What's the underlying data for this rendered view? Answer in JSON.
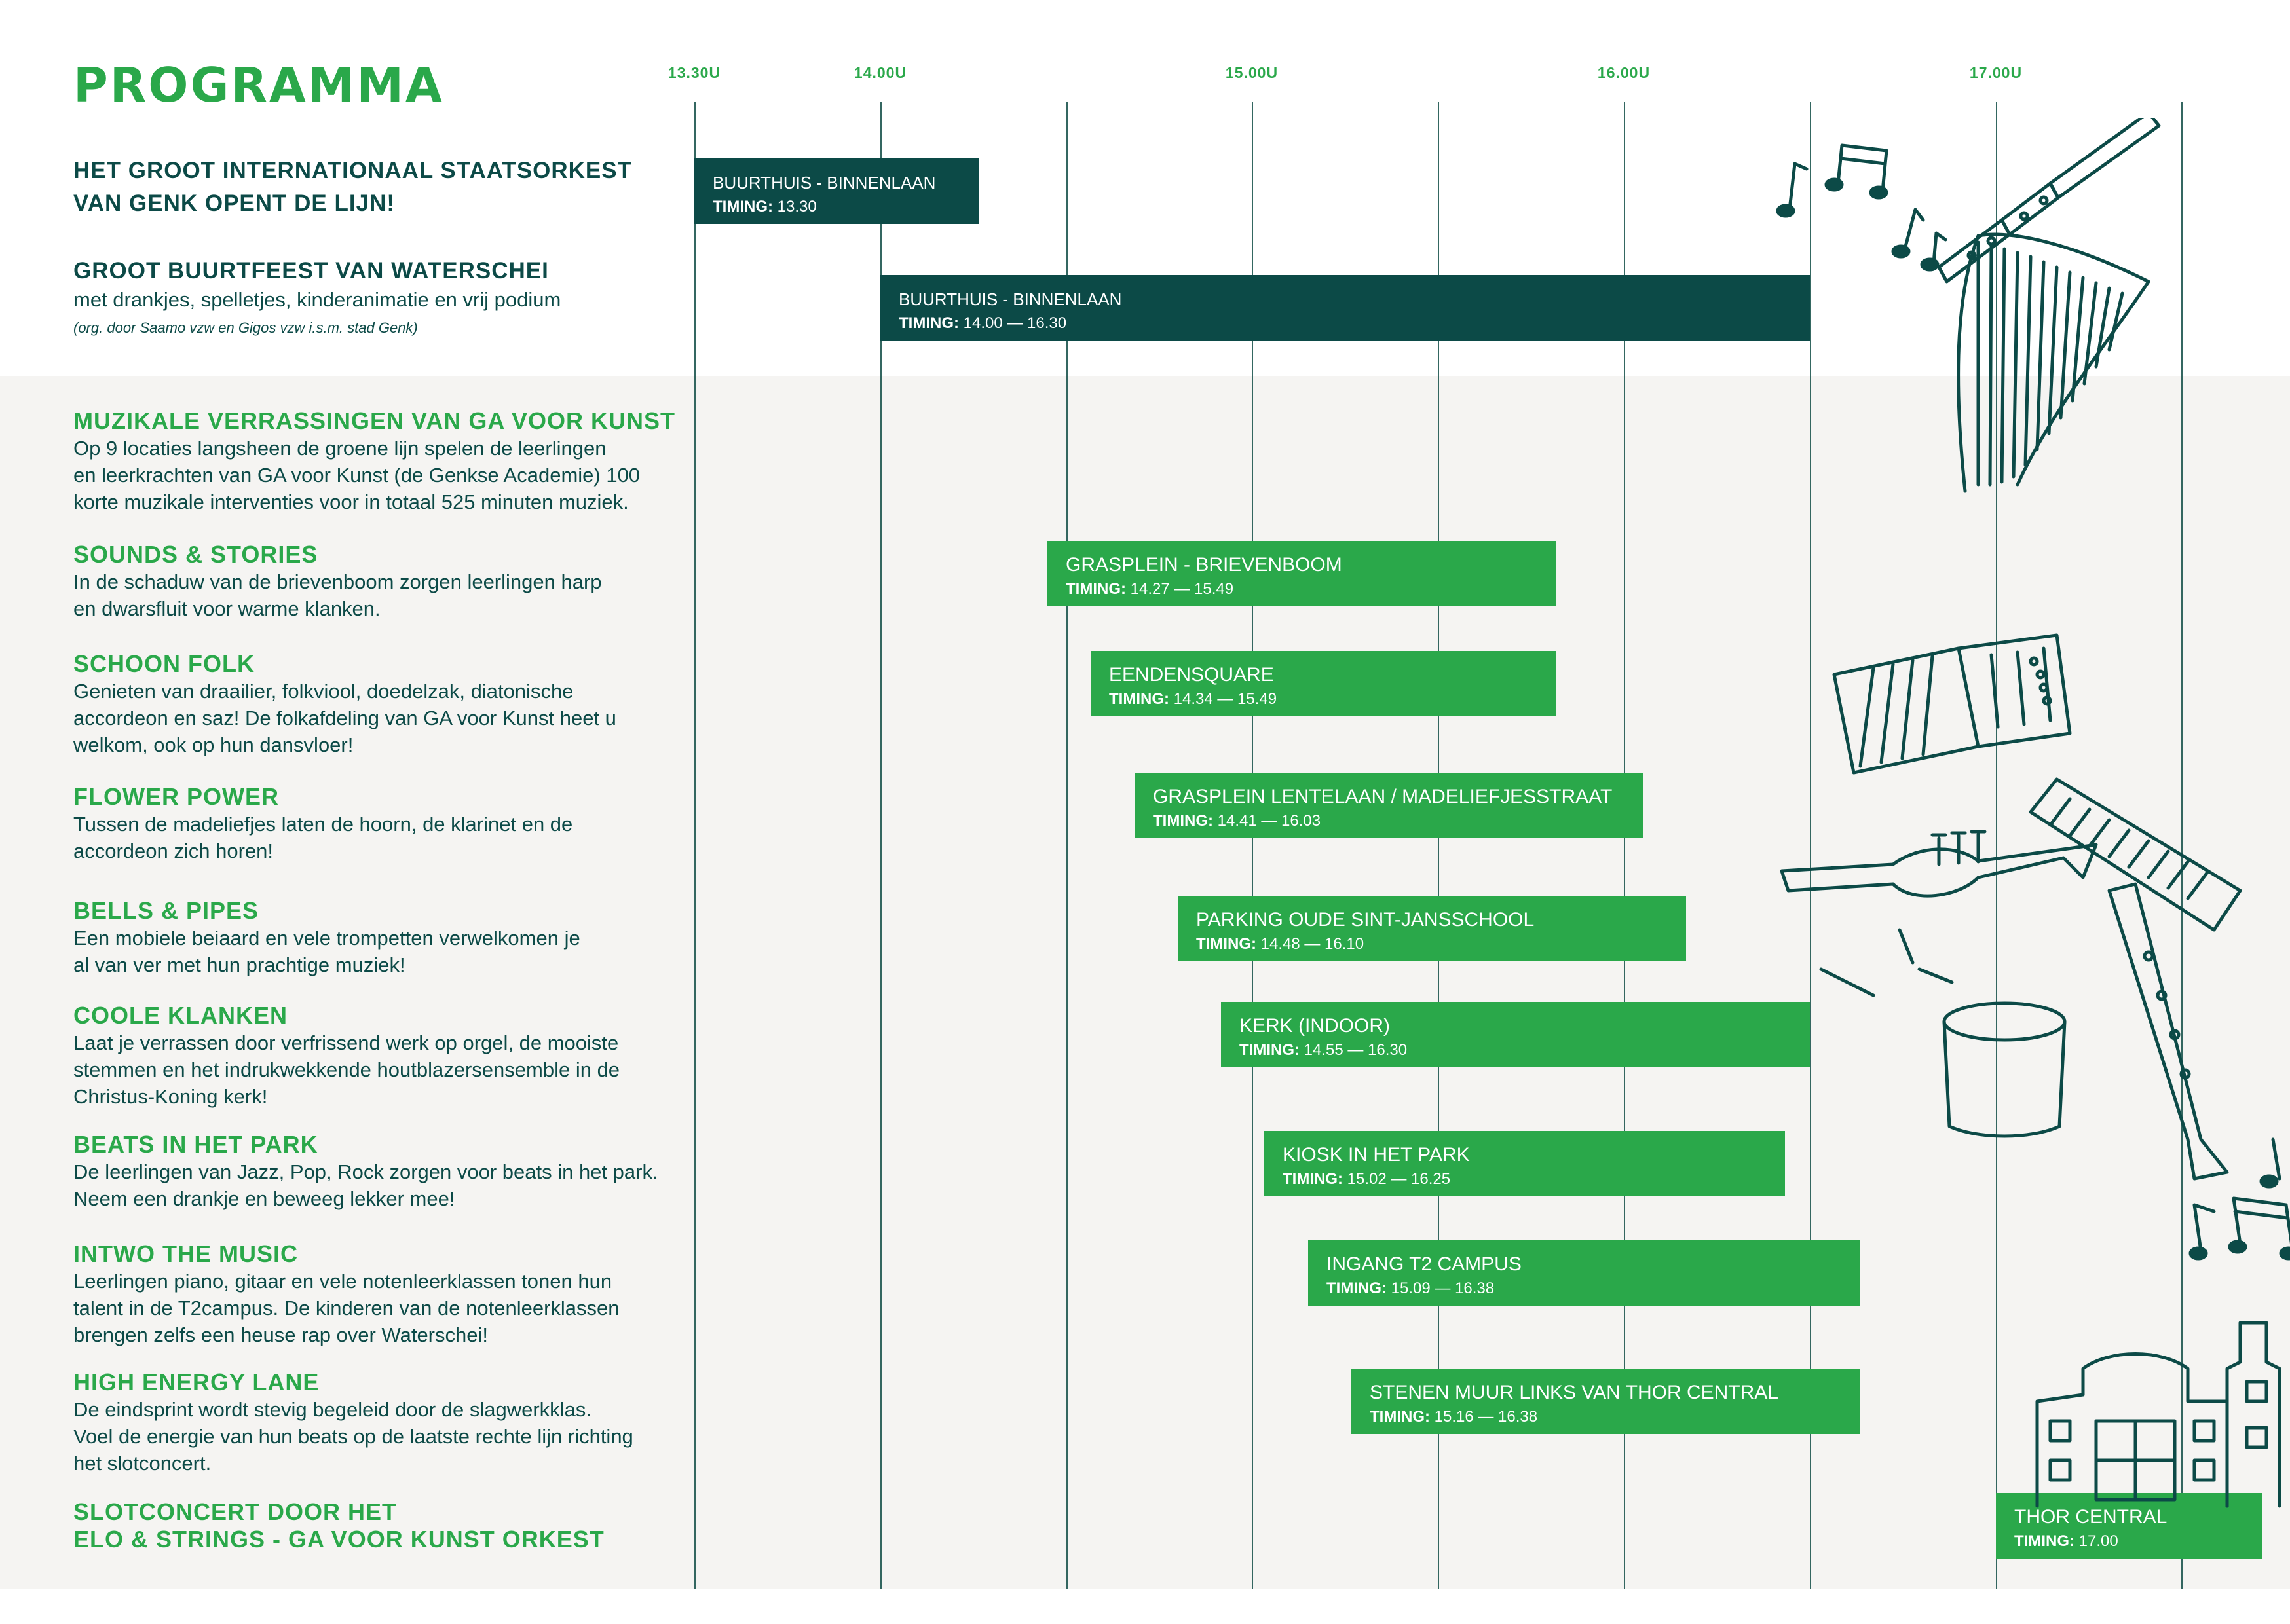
{
  "header": {
    "title": "PROGRAMMA"
  },
  "colors": {
    "green": "#2aa84a",
    "dark_teal": "#0c4a47",
    "light_bg": "#f5f4f2"
  },
  "intro": [
    {
      "title_lines": [
        "HET GROOT INTERNATIONAAL STAATSORKEST",
        "VAN GENK OPENT DE LIJN!"
      ]
    },
    {
      "title_lines": [
        "GROOT BUURTFEEST VAN WATERSCHEI"
      ],
      "description": "met drankjes, spelletjes, kinderanimatie en vrij podium",
      "note": "(org. door Saamo vzw en Gigos vzw i.s.m. stad Genk)"
    }
  ],
  "acts": [
    {
      "title": "MUZIKALE VERRASSINGEN VAN GA VOOR KUNST",
      "description": "Op 9 locaties langsheen de groene lijn spelen de leerlingen\nen leerkrachten van GA voor Kunst (de Genkse Academie) 100\nkorte muzikale interventies voor in totaal 525 minuten muziek."
    },
    {
      "title": "SOUNDS & STORIES",
      "description": "In de schaduw van de brievenboom zorgen leerlingen harp\nen dwarsfluit voor warme klanken."
    },
    {
      "title": "SCHOON FOLK",
      "description": "Genieten van draailier, folkviool, doedelzak, diatonische\naccordeon en saz! De folkafdeling van GA voor Kunst heet u\nwelkom, ook op hun dansvloer!"
    },
    {
      "title": "FLOWER POWER",
      "description": "Tussen de madeliefjes laten de hoorn, de klarinet en de\naccordeon zich horen!"
    },
    {
      "title": "BELLS & PIPES",
      "description": "Een mobiele beiaard en vele trompetten verwelkomen je\nal van ver met hun prachtige muziek!"
    },
    {
      "title": "COOLE KLANKEN",
      "description": "Laat je verrassen door verfrissend werk op orgel, de mooiste\nstemmen en het indrukwekkende houtblazersensemble in de\nChristus-Koning kerk!"
    },
    {
      "title": "BEATS IN HET PARK",
      "description": "De leerlingen van Jazz, Pop, Rock zorgen voor beats in het park.\nNeem een drankje en beweeg lekker mee!"
    },
    {
      "title": "INTWO THE MUSIC",
      "description": "Leerlingen piano, gitaar en vele notenleerklassen tonen hun\ntalent in de T2campus. De kinderen van de notenleerklassen\nbrengen zelfs een heuse rap over Waterschei!"
    },
    {
      "title": "HIGH ENERGY LANE",
      "description": "De eindsprint wordt stevig begeleid door de slagwerkklas.\nVoel de energie van hun beats op de laatste rechte lijn richting\nhet slotconcert."
    },
    {
      "title": "SLOTCONCERT DOOR HET\nELO & STRINGS - GA VOOR KUNST ORKEST",
      "description": ""
    }
  ],
  "timeline": {
    "tick_labels": [
      {
        "label": "13.30U",
        "minutes": 810
      },
      {
        "label": "14.00U",
        "minutes": 840
      },
      {
        "label": "15.00U",
        "minutes": 900
      },
      {
        "label": "16.00U",
        "minutes": 960
      },
      {
        "label": "17.00U",
        "minutes": 1020
      }
    ],
    "gridline_minutes": [
      810,
      840,
      870,
      900,
      930,
      960,
      990,
      1020,
      1050
    ],
    "timing_prefix": "TIMING:",
    "bars": [
      {
        "location": "BUURTHUIS - BINNENLAAN",
        "timing": "13.30",
        "start": 810,
        "end": 856,
        "color": "dark"
      },
      {
        "location": "BUURTHUIS - BINNENLAAN",
        "timing": "14.00 — 16.30",
        "start": 840,
        "end": 990,
        "color": "dark"
      },
      {
        "location": "GRASPLEIN - BRIEVENBOOM",
        "timing": "14.27 — 15.49",
        "start": 867,
        "end": 949,
        "color": "green"
      },
      {
        "location": "EENDENSQUARE",
        "timing": "14.34 — 15.49",
        "start": 874,
        "end": 949,
        "color": "green"
      },
      {
        "location": "GRASPLEIN LENTELAAN / MADELIEFJESSTRAAT",
        "timing": "14.41 — 16.03",
        "start": 881,
        "end": 963,
        "color": "green"
      },
      {
        "location": "PARKING OUDE SINT-JANSSCHOOL",
        "timing": "14.48 — 16.10",
        "start": 888,
        "end": 970,
        "color": "green"
      },
      {
        "location": "KERK (INDOOR)",
        "timing": "14.55 — 16.30",
        "start": 895,
        "end": 990,
        "color": "green"
      },
      {
        "location": "KIOSK IN HET PARK",
        "timing": "15.02 — 16.25",
        "start": 902,
        "end": 986,
        "color": "green"
      },
      {
        "location": "INGANG T2 CAMPUS",
        "timing": "15.09 — 16.38",
        "start": 909,
        "end": 998,
        "color": "green"
      },
      {
        "location": "STENEN MUUR LINKS VAN THOR CENTRAL",
        "timing": "15.16 — 16.38",
        "start": 916,
        "end": 998,
        "color": "green"
      },
      {
        "location": "THOR CENTRAL",
        "timing": "17.00",
        "start": 1020,
        "end": 1063,
        "color": "green"
      }
    ]
  }
}
